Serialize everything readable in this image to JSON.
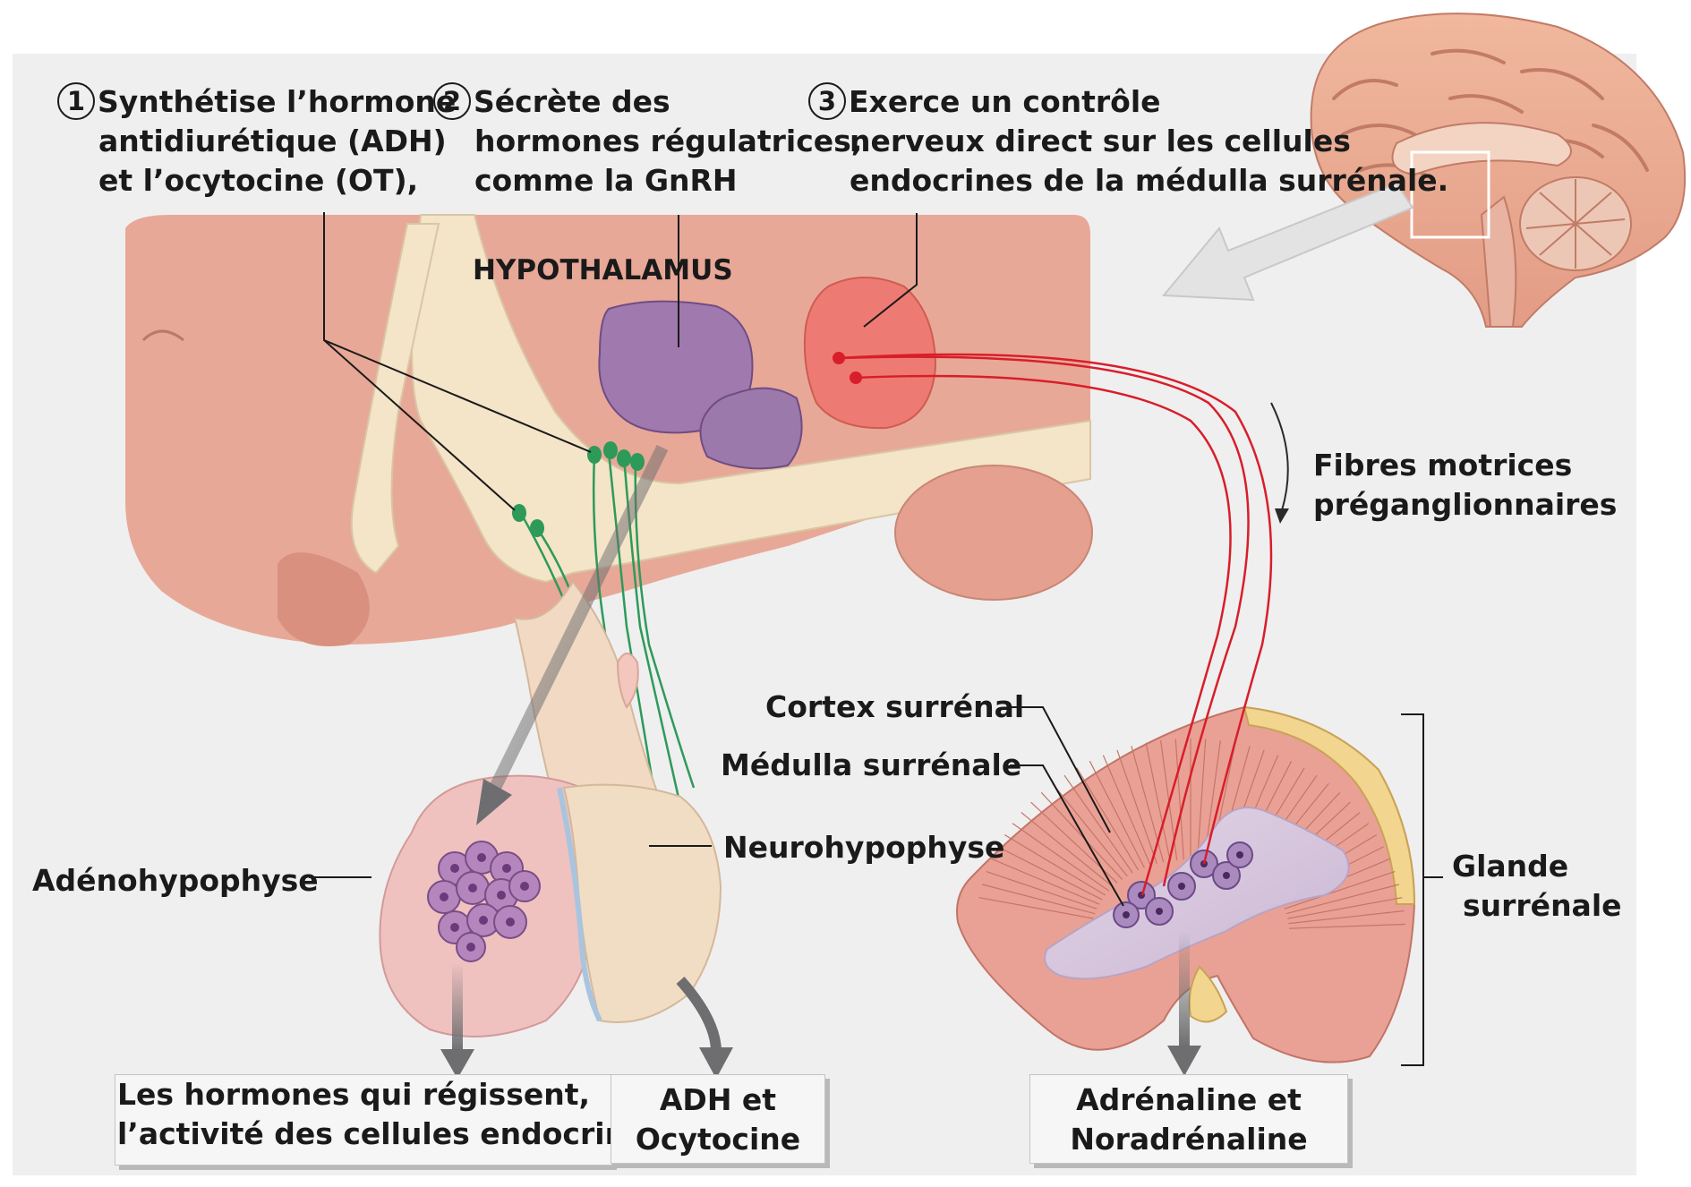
{
  "steps": [
    {
      "num": "1",
      "lines": [
        "Synthétise l’hormone",
        "antidiurétique (ADH)",
        "et l’ocytocine (OT),"
      ]
    },
    {
      "num": "2",
      "lines": [
        "Sécrète des",
        "hormones régulatrices,",
        "comme la GnRH"
      ]
    },
    {
      "num": "3",
      "lines": [
        "Exerce un contrôle",
        "nerveux direct sur les cellules",
        "endocrines de la médulla surrénale."
      ]
    }
  ],
  "labels": {
    "hypothalamus": "HYPOTHALAMUS",
    "fibres": [
      "Fibres motrices",
      "préganglionnaires"
    ],
    "cortex": "Cortex surrénal",
    "medulla": "Médulla surrénale",
    "neurohypophyse": "Neurohypophyse",
    "adenohypophyse": "Adénohypophyse",
    "glande": [
      "Glande",
      "surrénale"
    ]
  },
  "outputs": {
    "adeno": [
      "Les hormones qui régissent,",
      "l’activité des cellules endocrines."
    ],
    "neuro": [
      "ADH et",
      "Ocytocine"
    ],
    "adrenal": [
      "Adrénaline et",
      "Noradrénaline"
    ]
  },
  "colors": {
    "background_panel": "#efefef",
    "hypothalamus_tissue": "#e8a897",
    "bone_band": "#f4e4c8",
    "pituitary_anterior": "#efc2c0",
    "neurosecretory_cell": "#a07aae",
    "motor_neuron_cell": "#ee7b73",
    "nerve_fiber": "#d81e2a",
    "axon_green": "#2e9a5a",
    "adrenal_cortex": "#e9a195",
    "adrenal_medulla": "#d9c9df",
    "arrow_gray": "#6e6e70"
  }
}
